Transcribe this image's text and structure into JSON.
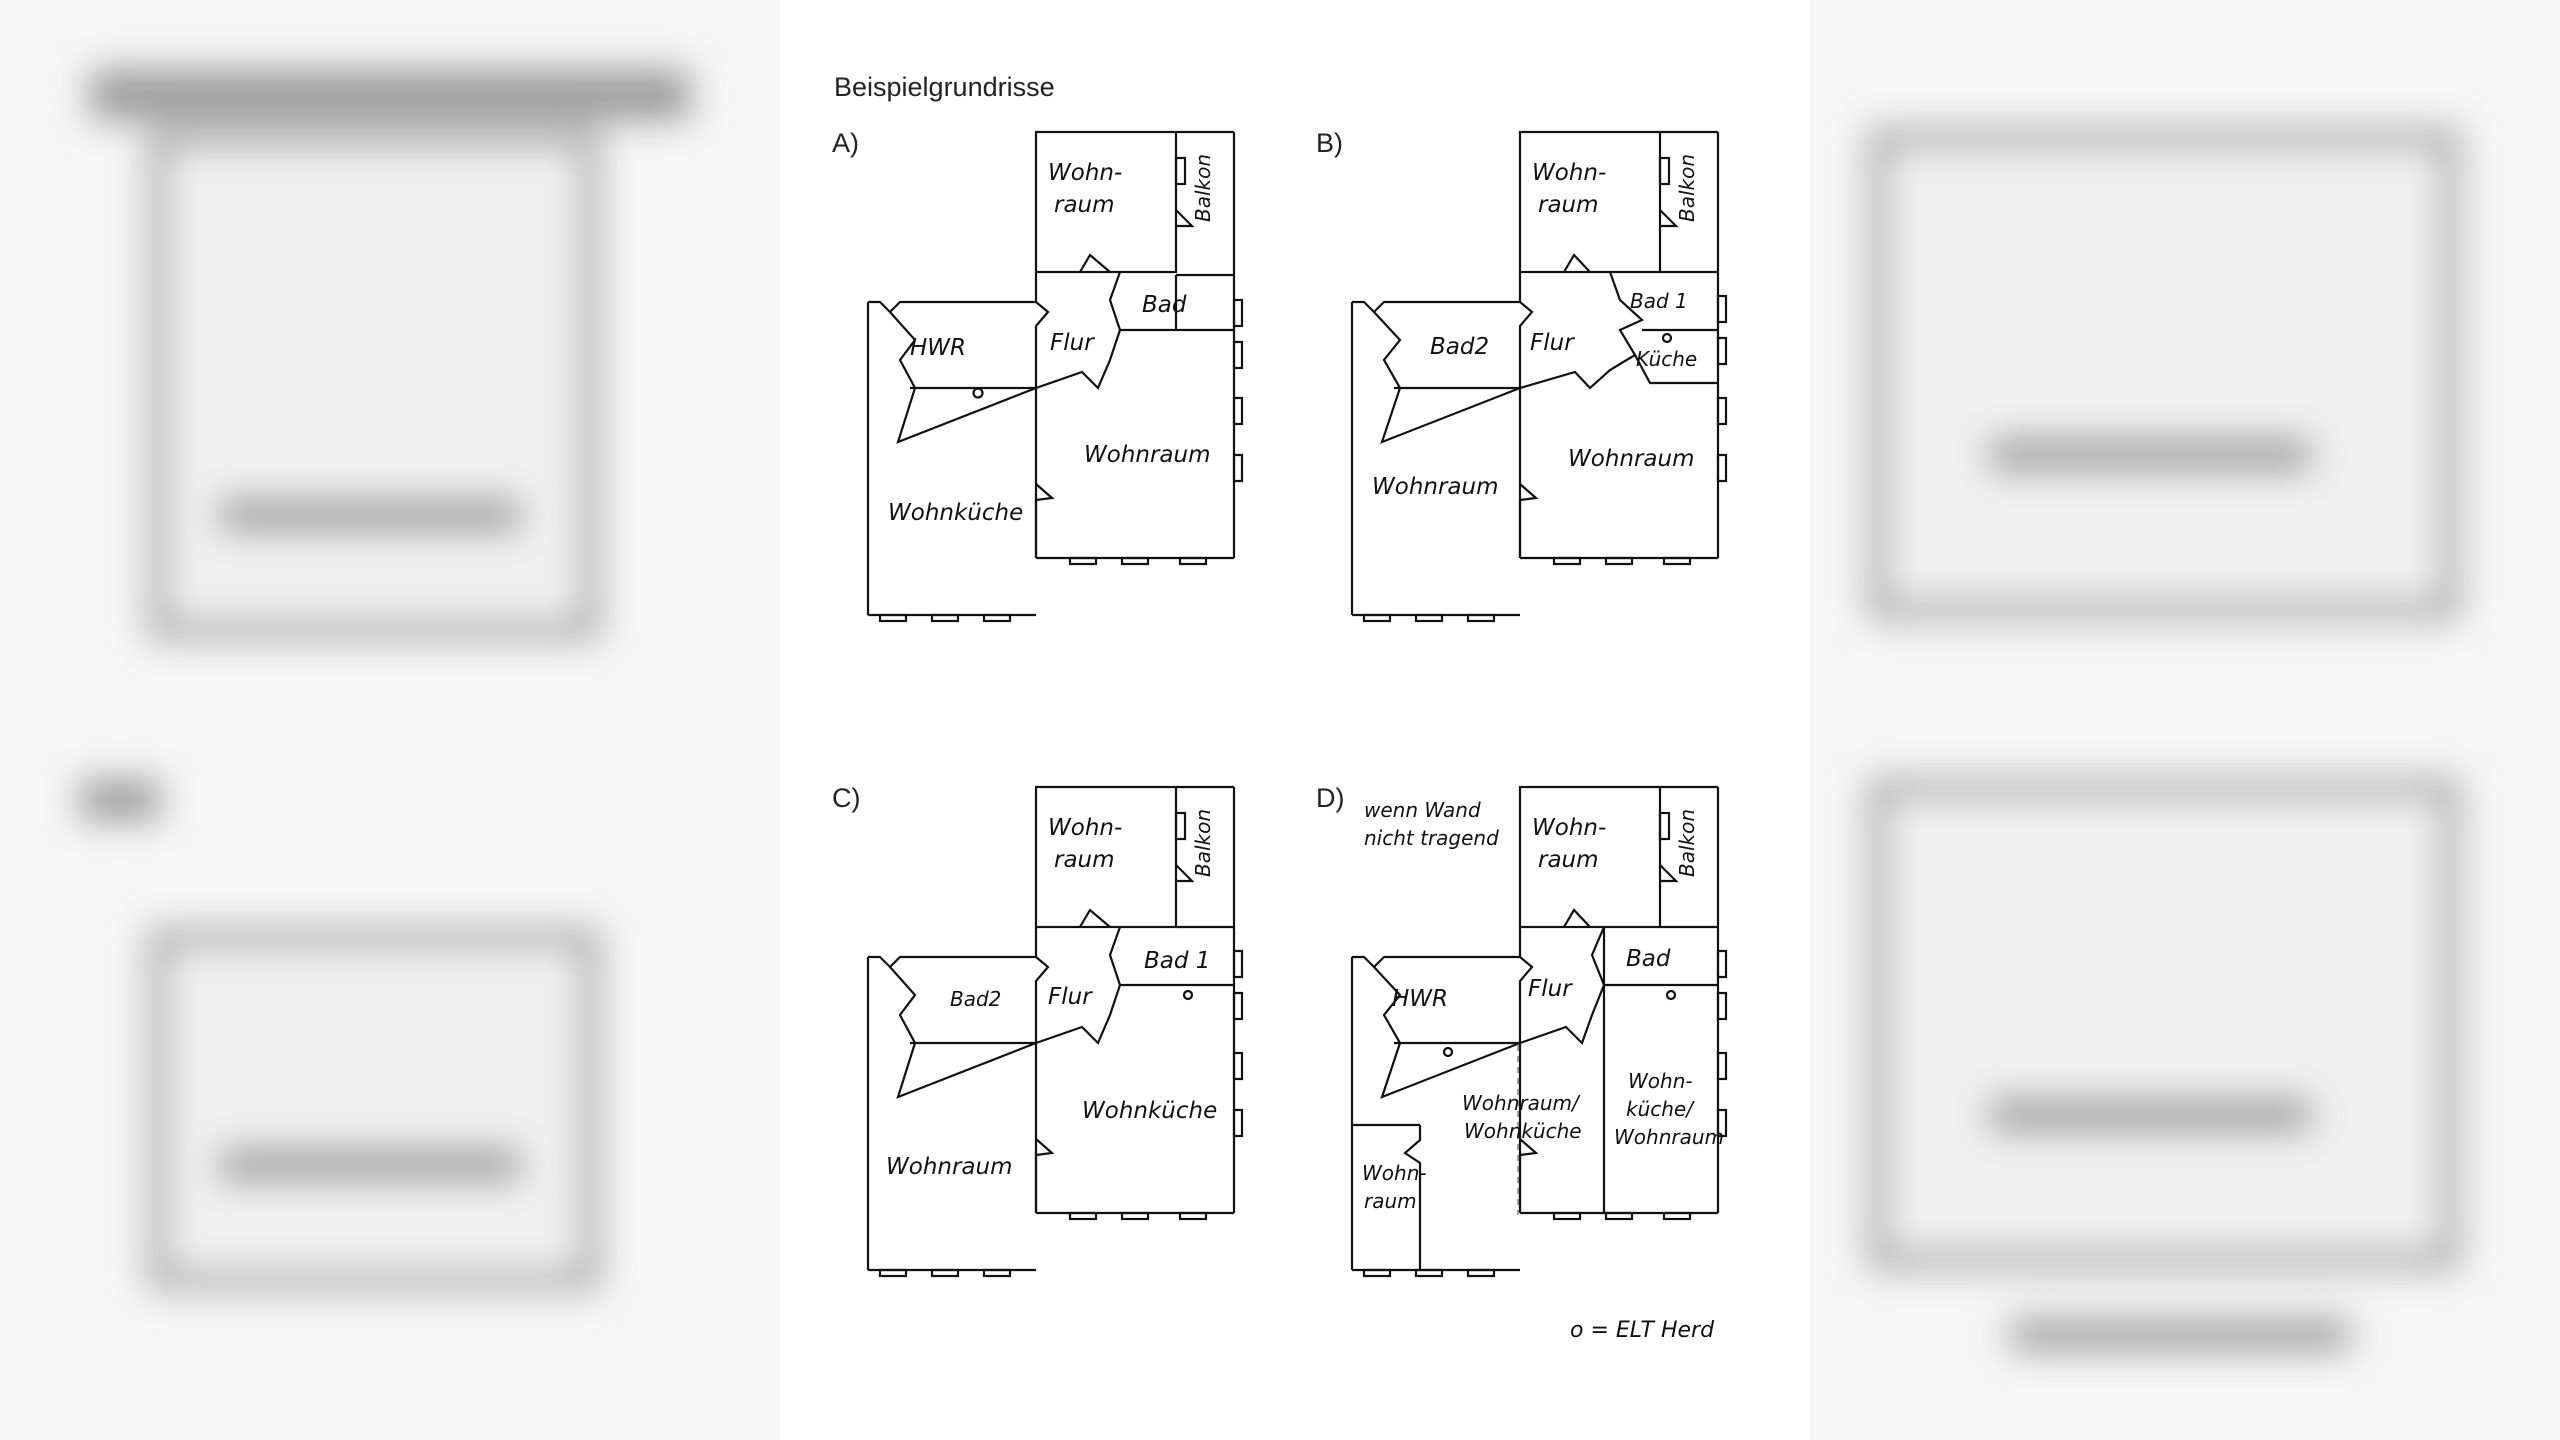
{
  "document": {
    "title": "Beispielgrundrisse",
    "legend": "o = ELT Herd"
  },
  "plans": {
    "a": {
      "label": "A)",
      "rooms": {
        "wohnraum_top": "Wohn-\nraum",
        "balkon": "Balkon",
        "bad": "Bad",
        "hwr": "HWR",
        "flur": "Flur",
        "wohnraum": "Wohnraum",
        "wohnkueche": "Wohnküche"
      }
    },
    "b": {
      "label": "B)",
      "rooms": {
        "wohnraum_top": "Wohn-\nraum",
        "balkon": "Balkon",
        "bad1": "Bad 1",
        "bad2": "Bad2",
        "flur": "Flur",
        "kueche": "Küche",
        "wohnraum_left": "Wohnraum",
        "wohnraum_right": "Wohnraum"
      }
    },
    "c": {
      "label": "C)",
      "rooms": {
        "wohnraum_top": "Wohn-\nraum",
        "balkon": "Balkon",
        "bad1": "Bad 1",
        "bad2": "Bad2",
        "flur": "Flur",
        "wohnkueche": "Wohnküche",
        "wohnraum": "Wohnraum"
      }
    },
    "d": {
      "label": "D)",
      "note": "wenn Wand\nnicht tragend",
      "rooms": {
        "wohnraum_top": "Wohn-\nraum",
        "balkon": "Balkon",
        "bad": "Bad",
        "hwr": "HWR",
        "flur": "Flur",
        "wohnraum_wohnkueche": "Wohnraum/\nWohnküche",
        "wohnkueche_wohnraum": "Wohn-\nküche/\nWohnraum",
        "wohnraum_small": "Wohn-\nraum"
      }
    }
  }
}
